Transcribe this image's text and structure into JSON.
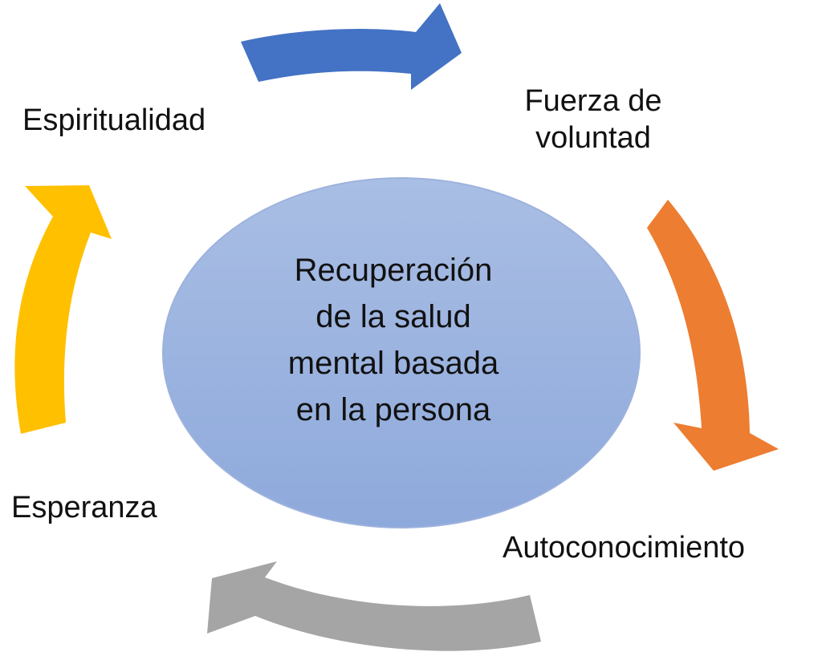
{
  "center": {
    "lines": [
      "Recuperación",
      "de la salud",
      "mental basada",
      "en la persona"
    ]
  },
  "nodes": {
    "espiritualidad": "Espiritualidad",
    "fuerza": [
      "Fuerza de",
      "voluntad"
    ],
    "esperanza": "Esperanza",
    "autoconocimiento": "Autoconocimiento"
  },
  "colors": {
    "ellipse_fill": "#8EA9DB",
    "ellipse_fill_light": "#A9BEE4",
    "arrow_top": "#4472C4",
    "arrow_right": "#ED7D31",
    "arrow_bottom": "#A5A5A5",
    "arrow_left": "#FFC000"
  },
  "icons": {
    "arrow_top": "curved-arrow-right-icon",
    "arrow_right": "curved-arrow-down-icon",
    "arrow_bottom": "curved-arrow-left-icon",
    "arrow_left": "curved-arrow-up-icon"
  }
}
